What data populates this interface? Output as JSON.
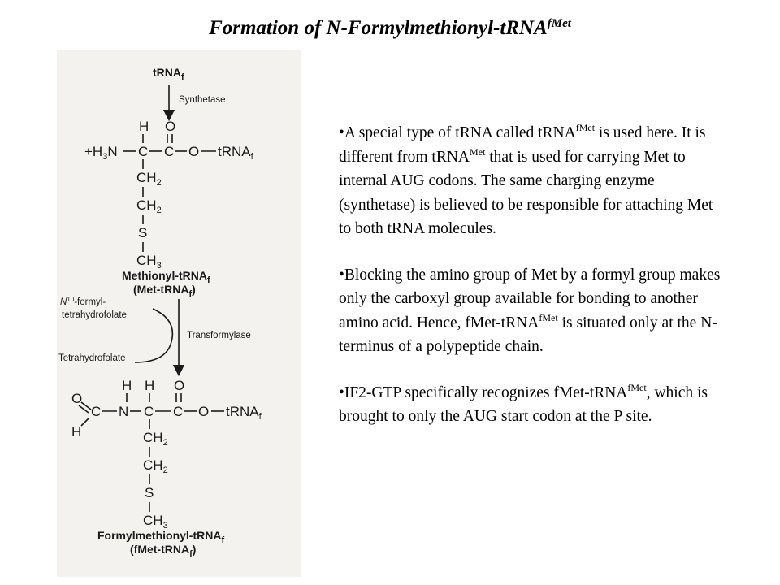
{
  "title": {
    "main": "Formation of N-Formylmethionyl-tRNA",
    "sup": "fMet"
  },
  "diagram": {
    "top_label": {
      "main": "tRNA",
      "sub": "f"
    },
    "step1_enzyme": "Synthetase",
    "met": {
      "h": "H",
      "o": "O",
      "plus_h": "+H",
      "three": "3",
      "n": "N",
      "c1": "C",
      "c2": "C",
      "o2": "O",
      "trna": "tRNA",
      "trna_sub": "f",
      "ch": "CH",
      "two": "2",
      "ch_b": "CH",
      "two_b": "2",
      "s": "S",
      "ch3": "CH",
      "three_b": "3"
    },
    "met_name": {
      "main": "Methionyl-tRNA",
      "sub": "f"
    },
    "met_abbrev": {
      "main": "(Met-tRNA",
      "sub": "f",
      "close": ")"
    },
    "step2_enzyme": "Transformylase",
    "cofactor_in": {
      "n": "N",
      "sup": "10",
      "rest": "-formyl-",
      "line2": "tetrahydrofolate"
    },
    "cofactor_out": "Tetrahydrofolate",
    "fmet": {
      "o": "O",
      "h_left": "H",
      "c_formyl": "C",
      "n": "N",
      "h1": "H",
      "h2": "H",
      "o_top": "O",
      "c1": "C",
      "c2": "C",
      "o2": "O",
      "trna": "tRNA",
      "trna_sub": "f",
      "ch": "CH",
      "two": "2",
      "ch_b": "CH",
      "two_b": "2",
      "s": "S",
      "ch3": "CH",
      "three": "3"
    },
    "fmet_name": {
      "main": "Formylmethionyl-tRNA",
      "sub": "f"
    },
    "fmet_abbrev": {
      "main": "(fMet-tRNA",
      "sub": "f",
      "close": ")"
    }
  },
  "bullets": [
    {
      "p1": "•A special type of tRNA called tRNA",
      "s1": "fMet",
      "p2": " is used here. It is different from tRNA",
      "s2": "Met",
      "p3": " that is used for carrying Met to internal AUG codons. The same charging enzyme (synthetase) is believed to be responsible for attaching Met to both tRNA molecules."
    },
    {
      "p1": "•Blocking the amino group of Met by a formyl group makes only the carboxyl group available for bonding to another amino acid. Hence, fMet-tRNA",
      "s1": "fMet",
      "p2": " is situated only at the N-terminus of a polypeptide chain."
    },
    {
      "p1": "•IF2-GTP specifically recognizes fMet-tRNA",
      "s1": "fMet",
      "p2": ", which is brought to only the AUG start codon at the P site."
    }
  ]
}
